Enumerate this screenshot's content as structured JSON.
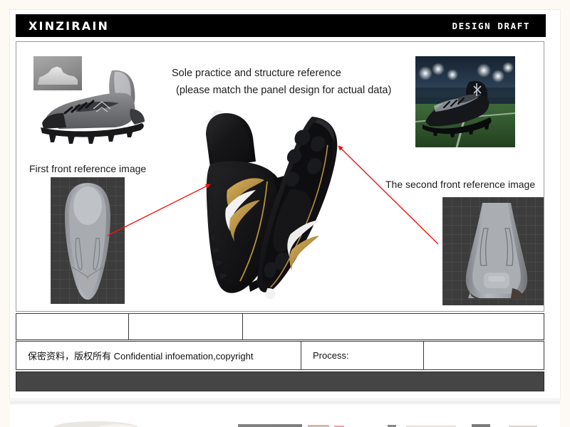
{
  "document": {
    "header": {
      "brand": "XINZIRAIN",
      "draft_label": "DESIGN DRAFT"
    },
    "title": {
      "line1": "Sole practice and structure reference",
      "line2": "(please match the panel design for actual data)"
    },
    "labels": {
      "first_reference": "First front reference image",
      "second_reference": "The second front reference image"
    },
    "images": {
      "top_left": "gray-soccer-cleat-render",
      "top_left_inset": "gray-cleat-thumbnail",
      "top_right": "black-cleat-stadium-photo",
      "center_left": "black-gold-cleat-side-view",
      "center_right": "black-gold-cleat-sole-view",
      "bottom_left": "cad-shoe-last-top-view",
      "bottom_right": "cad-shoe-front-view"
    },
    "annotations": {
      "arrow_left": "red-arrow-pointing-to-upper-cleat",
      "arrow_right": "red-arrow-pointing-to-sole-cleat"
    },
    "table_top": {
      "cell1": "",
      "cell2": "",
      "cell3": ""
    },
    "table_bottom": {
      "confidential": "保密资料，版权所有 Confidential infoemation,copyright",
      "process_label": "Process:",
      "process_value": ""
    },
    "colors": {
      "header_bg": "#000000",
      "annotation_red": "#f51111",
      "page_bg": "#fdf9f3",
      "footer_bar": "#454545",
      "cad_bg": "#3c3c3c"
    }
  }
}
